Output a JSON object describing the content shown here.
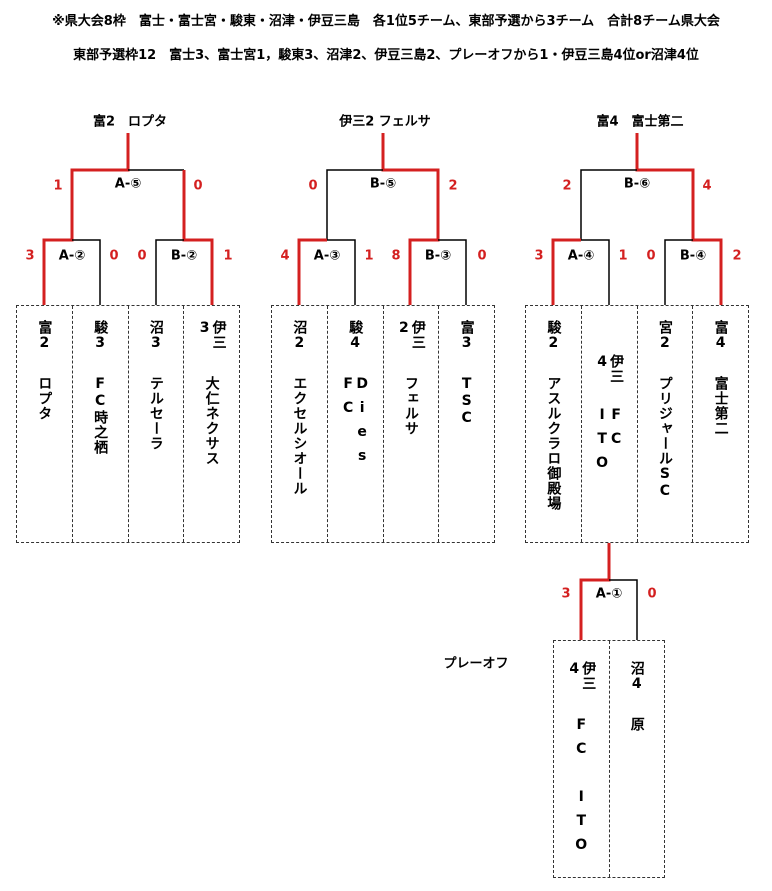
{
  "header": {
    "line1": "※県大会8枠　富士・富士宮・駿東・沼津・伊豆三島　各1位5チーム、東部予選から3チーム　合計8チーム県大会",
    "line2": "東部予選枠12　富士3、富士宮1，駿東3、沼津2、伊豆三島2、プレーオフから1・伊豆三島4位or沼津4位"
  },
  "brackets": [
    {
      "winner": "富2　ロプタ",
      "final": {
        "label": "A-⑤",
        "left": "1",
        "right": "0"
      },
      "semis": [
        {
          "label": "A-②",
          "left": "3",
          "right": "0"
        },
        {
          "label": "B-②",
          "left": "0",
          "right": "1"
        }
      ],
      "teams": [
        {
          "rank": "富2",
          "name": "ロプタ"
        },
        {
          "rank": "駿3",
          "name": "FC時之栖"
        },
        {
          "rank": "沼3",
          "name": "テルセーラ"
        },
        {
          "rank": "伊三3",
          "name": "大仁ネクサス"
        }
      ]
    },
    {
      "winner": "伊三2 フェルサ",
      "final": {
        "label": "B-⑤",
        "left": "0",
        "right": "2"
      },
      "semis": [
        {
          "label": "A-③",
          "left": "4",
          "right": "1"
        },
        {
          "label": "B-③",
          "left": "8",
          "right": "0"
        }
      ],
      "teams": [
        {
          "rank": "沼2",
          "name": "エクセルシオール"
        },
        {
          "rank": "駿4",
          "name": "Dies FC"
        },
        {
          "rank": "伊三2",
          "name": "フェルサ"
        },
        {
          "rank": "富3",
          "name": "TSC"
        }
      ]
    },
    {
      "winner": "富4　富士第二",
      "final": {
        "label": "B-⑥",
        "left": "2",
        "right": "4"
      },
      "semis": [
        {
          "label": "A-④",
          "left": "3",
          "right": "1"
        },
        {
          "label": "B-④",
          "left": "0",
          "right": "2"
        }
      ],
      "teams": [
        {
          "rank": "駿2",
          "name": "アスルクラロ御殿場"
        },
        {
          "rank": "伊三4",
          "name": "FC ITO"
        },
        {
          "rank": "宮2",
          "name": "プリジャールSC"
        },
        {
          "rank": "富4",
          "name": "富士第二"
        }
      ]
    }
  ],
  "playoff": {
    "title": "プレーオフ",
    "match": {
      "label": "A-①",
      "left": "3",
      "right": "0"
    },
    "teams": [
      {
        "rank": "伊三4",
        "name": "FC ITO"
      },
      {
        "rank": "沼4",
        "name": "原"
      }
    ]
  },
  "colors": {
    "win": "#d42020",
    "line": "#000000"
  }
}
